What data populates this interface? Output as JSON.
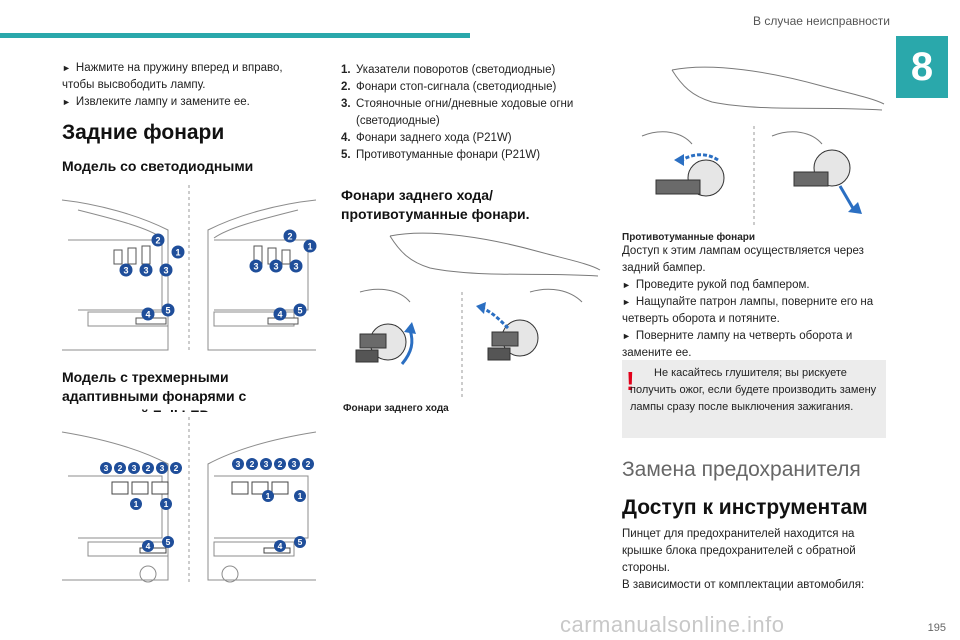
{
  "header": {
    "section_title": "В случае неисправности",
    "chapter_number": "8"
  },
  "col1": {
    "step1": "Нажмите на пружину вперед и вправо, чтобы высвободить лампу.",
    "step2": "Извлеките лампу и замените ее.",
    "heading": "Задние фонари",
    "sub1": "Модель со светодиодными лампами",
    "sub2": "Модель с трехмерными адаптивными фонарями с технологией Full LED",
    "diagram1_callouts": [
      "2",
      "1",
      "3",
      "3",
      "3",
      "4",
      "5",
      "2",
      "1",
      "3",
      "3",
      "3",
      "4",
      "5"
    ],
    "diagram2_callouts": [
      "3",
      "2",
      "3",
      "2",
      "3",
      "2",
      "1",
      "1",
      "4",
      "5",
      "3",
      "2",
      "3",
      "2",
      "3",
      "2",
      "1",
      "1",
      "4",
      "5"
    ]
  },
  "col2": {
    "list": [
      {
        "num": "1.",
        "text": "Указатели поворотов (светодиодные)"
      },
      {
        "num": "2.",
        "text": "Фонари стоп-сигнала (светодиодные)"
      },
      {
        "num": "3.",
        "text": "Стояночные огни/дневные ходовые огни (светодиодные)"
      },
      {
        "num": "4.",
        "text": "Фонари заднего хода (P21W)"
      },
      {
        "num": "5.",
        "text": "Противотуманные фонари (P21W)"
      }
    ],
    "heading": "Фонари заднего хода/противотуманные фонари.",
    "caption": "Фонари заднего хода"
  },
  "col3": {
    "caption": "Противотуманные фонари",
    "intro": "Доступ к этим лампам осуществляется через задний бампер.",
    "step1": "Проведите рукой под бампером.",
    "step2": "Нащупайте патрон лампы, поверните его на четверть оборота и потяните.",
    "step3": "Поверните лампу на четверть оборота и замените ее.",
    "warning": "Не касайтесь глушителя; вы рискуете получить ожог, если будете производить замену лампы сразу после выключения зажигания.",
    "section_title": "Замена предохранителя",
    "heading": "Доступ к инструментам",
    "para1": "Пинцет для предохранителей находится на крышке блока предохранителей с обратной стороны.",
    "para2": "В зависимости от комплектации автомобиля:"
  },
  "footer": {
    "page_number": "195",
    "watermark": "carmanualsonline.info"
  },
  "colors": {
    "accent": "#2aa8ab",
    "callout": "#1f4e9a",
    "warning": "#e2001a",
    "arrow": "#2b6fc2"
  }
}
